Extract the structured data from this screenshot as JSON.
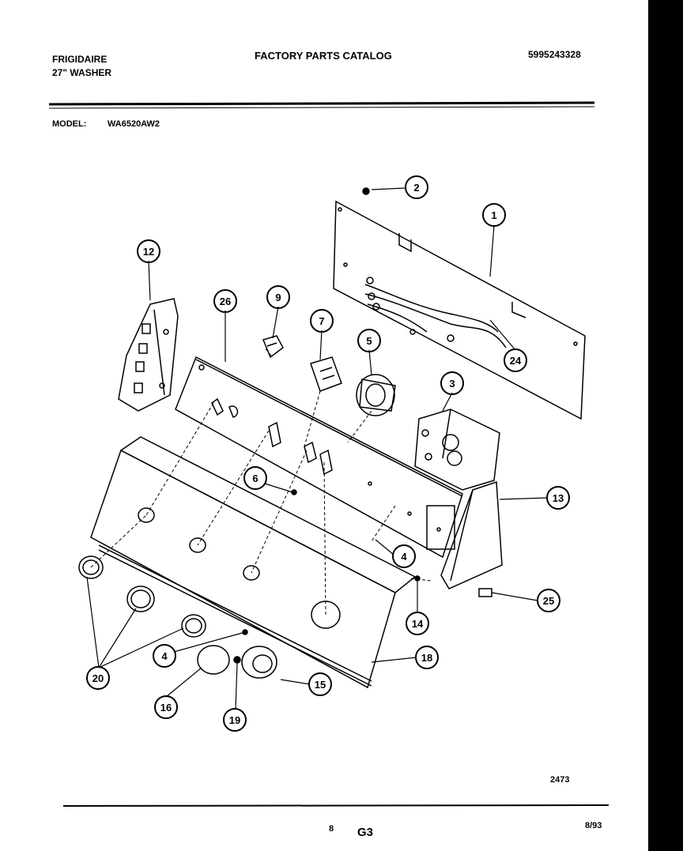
{
  "header": {
    "brand": "FRIGIDAIRE",
    "product": "27\" WASHER",
    "catalog_title": "FACTORY PARTS CATALOG",
    "catalog_number": "5995243328",
    "model_label": "MODEL:",
    "model_value": "WA6520AW2"
  },
  "diagram": {
    "callouts": [
      "1",
      "2",
      "3",
      "4",
      "4",
      "5",
      "6",
      "7",
      "9",
      "12",
      "13",
      "14",
      "15",
      "16",
      "18",
      "19",
      "20",
      "24",
      "25",
      "26"
    ],
    "drawing_number": "2473"
  },
  "footer": {
    "page_mark": "8",
    "section": "G3",
    "date": "8/93"
  }
}
